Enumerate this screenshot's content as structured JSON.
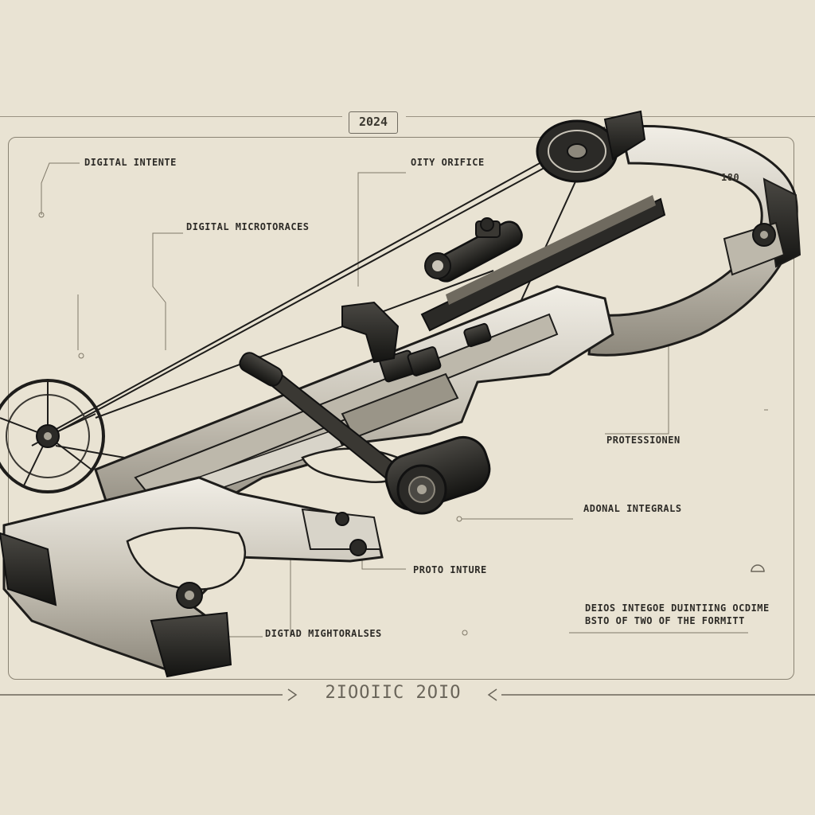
{
  "header": {
    "year_badge": "2024"
  },
  "callouts": [
    {
      "id": "digital-intent",
      "title": "DIGITAL INTENTE",
      "subtitle": ""
    },
    {
      "id": "city-orifice",
      "title": "OITY ORIFICE",
      "subtitle": ""
    },
    {
      "id": "digital-microtorances",
      "title": "DIGITAL MICROTORACES",
      "subtitle": ""
    },
    {
      "id": "protessionen",
      "title": "PROTESSIONEN",
      "subtitle": ""
    },
    {
      "id": "adonal-integrals",
      "title": "ADONAL INTEGRALS",
      "subtitle": ""
    },
    {
      "id": "proto-inture",
      "title": "PROTO INTURE",
      "subtitle": ""
    },
    {
      "id": "digital-micro-bottom",
      "title": "DIGTAD MIGHTORALSES",
      "subtitle": ""
    },
    {
      "id": "bottom-right",
      "title": "DEIOS INTEGOE DUINTIING OCDIME",
      "subtitle": "BSTO OF TWO OF THE FORMITT"
    }
  ],
  "badges": {
    "limb_mark": "180"
  },
  "footer": {
    "serial": "2IOOIIC 2OIO"
  },
  "colors": {
    "paper": "#e9e3d3",
    "ink": "#1e1d1b",
    "metal_light": "#d8d4c9",
    "metal_mid": "#a9a497",
    "line": "#8a8373"
  }
}
